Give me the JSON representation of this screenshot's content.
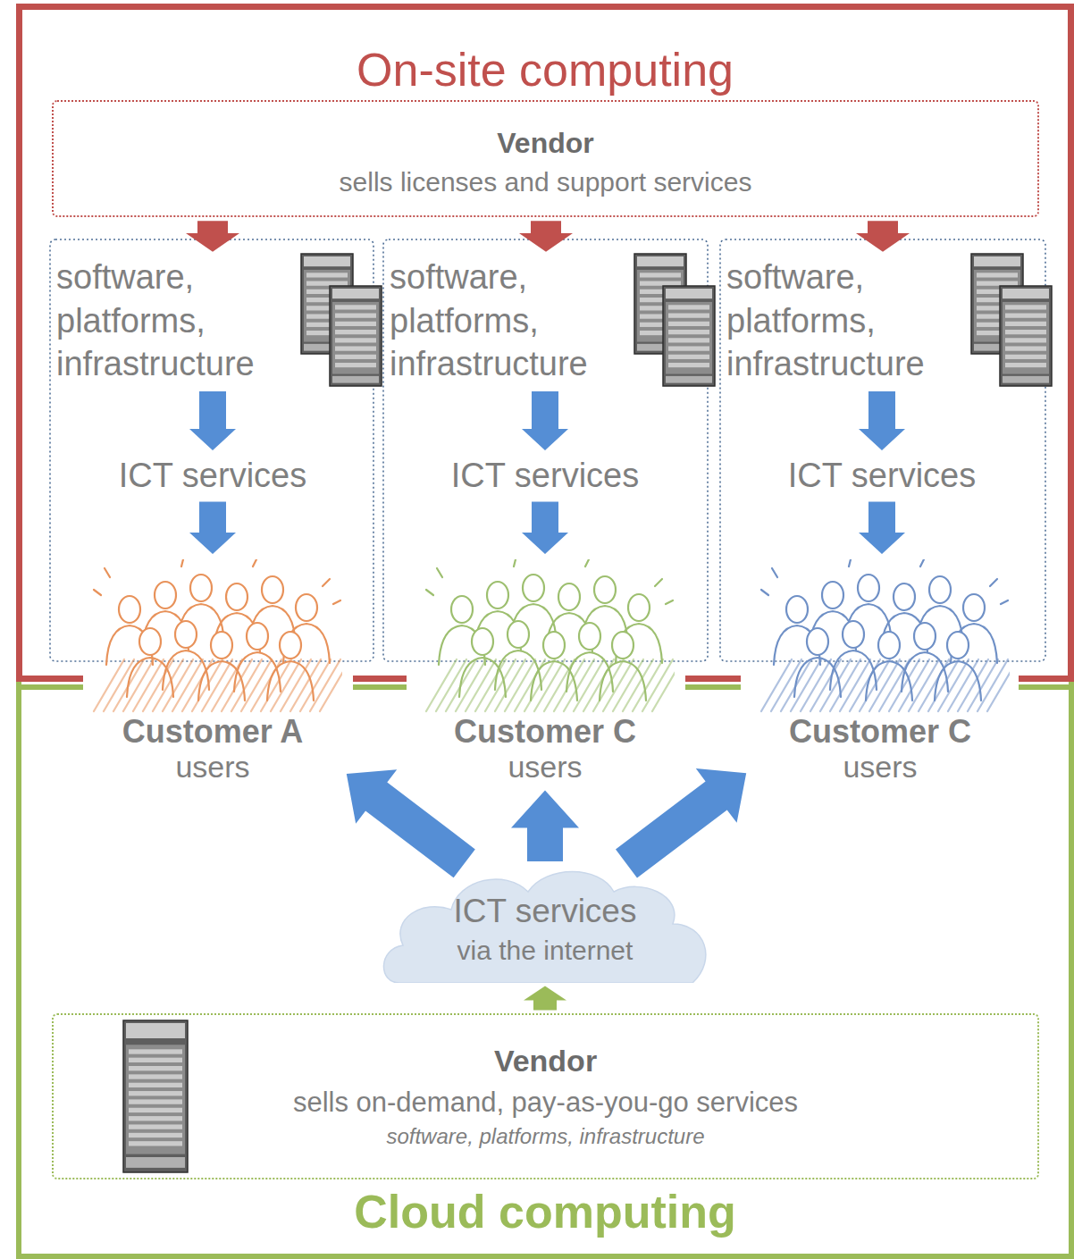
{
  "diagram": {
    "nodes": [
      {
        "text": [
          "On-site computing"
        ]
      },
      {
        "text": [
          "Vendor",
          "sells licenses and support services"
        ],
        "in": 0
      },
      {
        "text": [
          "software, platforms, infrastructure"
        ],
        "in": 0
      },
      {
        "text": [
          "ICT services"
        ],
        "in": 0
      },
      {
        "text": [
          "Customer A",
          "users"
        ]
      },
      {
        "text": [
          "software, platforms, infrastructure"
        ],
        "in": 0
      },
      {
        "text": [
          "ICT services"
        ],
        "in": 0
      },
      {
        "text": [
          "Customer C",
          "users"
        ]
      },
      {
        "text": [
          "software, platforms, infrastructure"
        ],
        "in": 0
      },
      {
        "text": [
          "ICT services"
        ],
        "in": 0
      },
      {
        "text": [
          "Customer C",
          "users"
        ]
      },
      {
        "text": [
          "Cloud computing"
        ]
      },
      {
        "text": [
          "ICT services",
          "via the internet"
        ],
        "in": 11
      },
      {
        "text": [
          "Vendor",
          "sells on-demand, pay-as-you-go services",
          "software, platforms, infrastructure"
        ],
        "in": 11
      }
    ],
    "edges": [
      {
        "from": 1,
        "to": 2,
        "arrow": "to"
      },
      {
        "from": 1,
        "to": 5,
        "arrow": "to"
      },
      {
        "from": 1,
        "to": 8,
        "arrow": "to"
      },
      {
        "from": 2,
        "to": 3,
        "arrow": "to"
      },
      {
        "from": 3,
        "to": 4,
        "arrow": "to"
      },
      {
        "from": 5,
        "to": 6,
        "arrow": "to"
      },
      {
        "from": 6,
        "to": 7,
        "arrow": "to"
      },
      {
        "from": 8,
        "to": 9,
        "arrow": "to"
      },
      {
        "from": 9,
        "to": 10,
        "arrow": "to"
      },
      {
        "from": 12,
        "to": 4,
        "arrow": "to"
      },
      {
        "from": 12,
        "to": 7,
        "arrow": "to"
      },
      {
        "from": 12,
        "to": 10,
        "arrow": "to"
      },
      {
        "from": 13,
        "to": 12,
        "arrow": "to"
      }
    ]
  }
}
